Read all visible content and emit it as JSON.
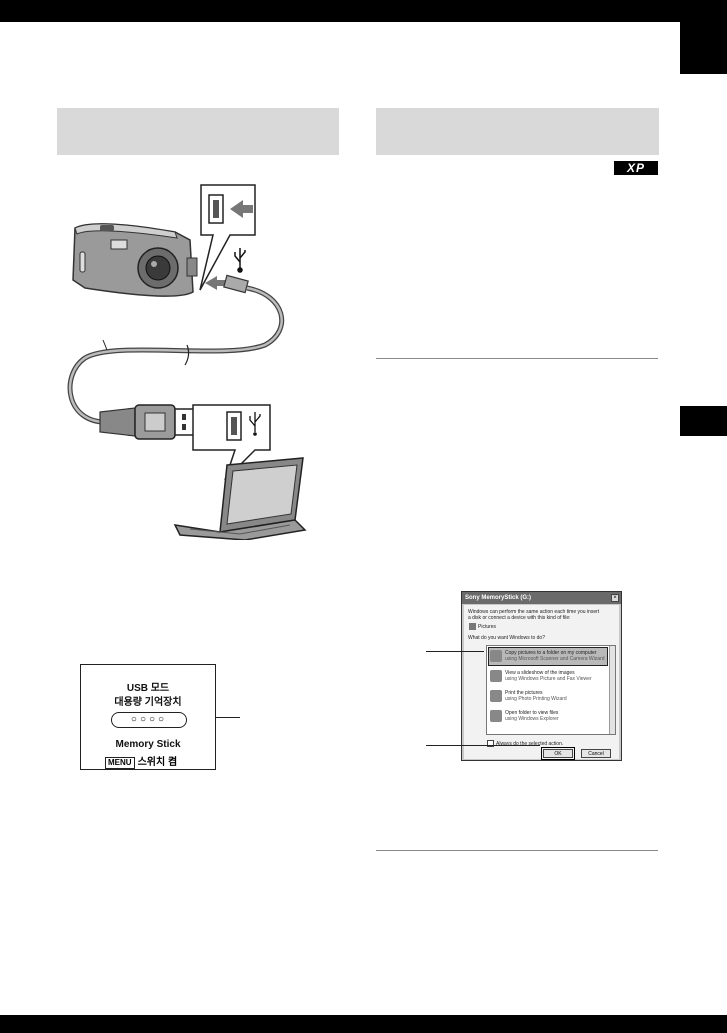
{
  "xp_badge": "XP",
  "lcd": {
    "line1": "USB 모드",
    "line2": "대용량 기억장치",
    "dots": "○○○○",
    "line3": "Memory Stick",
    "menu_key": "MENU",
    "menu_text": "스위치 켬"
  },
  "dialog": {
    "title": "Sony MemoryStick (G:)",
    "close": "×",
    "intro_1": "Windows can perform the same action each time you insert",
    "intro_2": "a disk or connect a device with this kind of file:",
    "pictures_label": "Pictures",
    "question": "What do you want Windows to do?",
    "items": [
      {
        "line1": "Copy pictures to a folder on my computer",
        "line2": "using Microsoft Scanner and Camera Wizard"
      },
      {
        "line1": "View a slideshow of the images",
        "line2": "using Windows Picture and Fax Viewer"
      },
      {
        "line1": "Print the pictures",
        "line2": "using Photo Printing Wizard"
      },
      {
        "line1": "Open folder to view files",
        "line2": "using Windows Explorer"
      }
    ],
    "always_label": "Always do the selected action.",
    "ok_label": "OK",
    "cancel_label": "Cancel"
  }
}
